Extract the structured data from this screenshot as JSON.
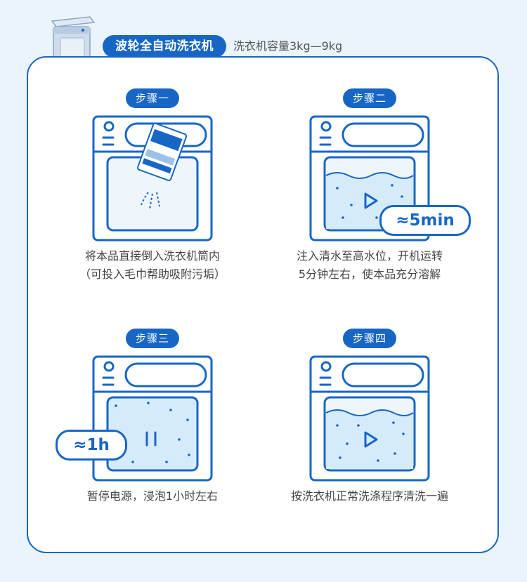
{
  "header": {
    "title": "波轮全自动洗衣机",
    "capacity": "洗衣机容量3kg—9kg"
  },
  "steps": [
    {
      "label": "步骤一",
      "lines": [
        "将本品直接倒入洗衣机筒内",
        "（可投入毛巾帮助吸附污垢）"
      ]
    },
    {
      "label": "步骤二",
      "lines": [
        "注入清水至高水位，开机运转",
        "5分钟左右，使本品充分溶解"
      ],
      "badge": "≈5min"
    },
    {
      "label": "步骤三",
      "lines": [
        "暂停电源，浸泡1小时左右"
      ],
      "badge": "≈1h"
    },
    {
      "label": "步骤四",
      "lines": [
        "按洗衣机正常洗涤程序清洗一遍"
      ]
    }
  ],
  "colors": {
    "primary": "#1766c6",
    "light_bg": "#eaf4fb",
    "water": "#d6ebfa"
  }
}
